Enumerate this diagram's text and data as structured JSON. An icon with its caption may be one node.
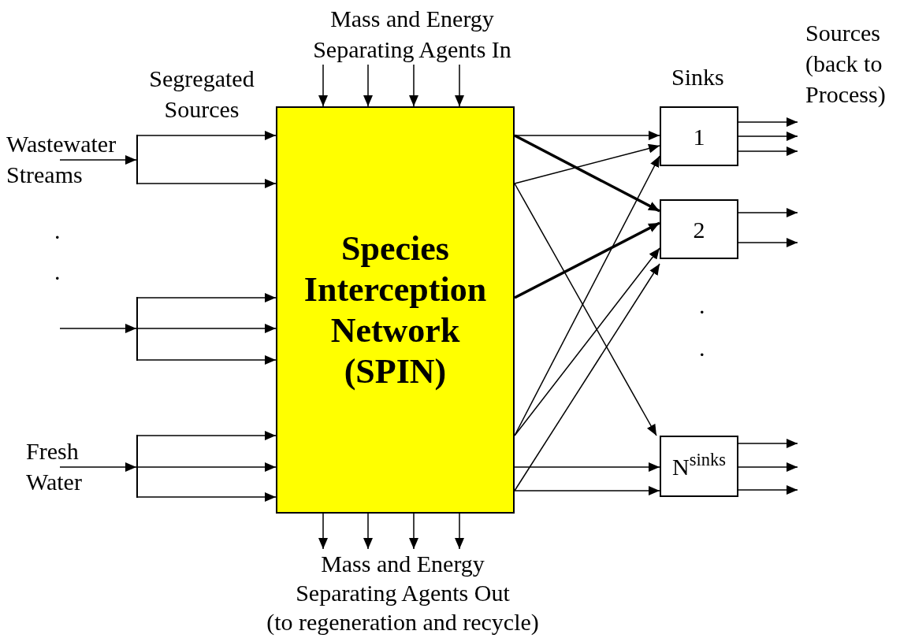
{
  "diagram": {
    "nodes": [
      {
        "text": [
          "Wastewater Streams"
        ]
      },
      {
        "text": [],
        "shape": "bar"
      },
      {
        "text": [],
        "shape": "bar"
      },
      {
        "text": [
          "Fresh Water"
        ]
      },
      {
        "text": [],
        "shape": "bar"
      },
      {
        "text": [
          "Species Interception Network (SPIN)"
        ]
      },
      {
        "text": [
          "1"
        ]
      },
      {
        "text": [
          "2"
        ]
      },
      {
        "text": [
          "N$^{sinks}$"
        ]
      },
      {
        "text": [
          "Mass and Energy Separating Agents In"
        ]
      },
      {
        "text": [
          "Mass and Energy Separating Agents Out",
          "(to regeneration and recycle)"
        ]
      }
    ],
    "edges": [
      {
        "from": 0,
        "to": 1,
        "arrow": "to"
      },
      {
        "from": 1,
        "to": 5,
        "arrow": "to"
      },
      {
        "from": 1,
        "to": 5,
        "arrow": "to"
      },
      {
        "from": null,
        "to": 2,
        "arrow": "to"
      },
      {
        "from": 2,
        "to": 5,
        "arrow": "to"
      },
      {
        "from": 2,
        "to": 5,
        "arrow": "to"
      },
      {
        "from": 2,
        "to": 5,
        "arrow": "to"
      },
      {
        "from": 3,
        "to": 4,
        "arrow": "to"
      },
      {
        "from": 4,
        "to": 5,
        "arrow": "to"
      },
      {
        "from": 4,
        "to": 5,
        "arrow": "to"
      },
      {
        "from": 4,
        "to": 5,
        "arrow": "to"
      },
      {
        "from": 9,
        "to": 5,
        "arrow": "to"
      },
      {
        "from": 9,
        "to": 5,
        "arrow": "to"
      },
      {
        "from": 9,
        "to": 5,
        "arrow": "to"
      },
      {
        "from": 9,
        "to": 5,
        "arrow": "to"
      },
      {
        "from": 5,
        "to": 10,
        "arrow": "to"
      },
      {
        "from": 5,
        "to": 10,
        "arrow": "to"
      },
      {
        "from": 5,
        "to": 10,
        "arrow": "to"
      },
      {
        "from": 5,
        "to": 10,
        "arrow": "to"
      },
      {
        "from": 5,
        "to": 6,
        "arrow": "to"
      },
      {
        "from": 5,
        "to": 7,
        "arrow": "to",
        "style": "thick"
      },
      {
        "from": 5,
        "to": 6,
        "arrow": "to"
      },
      {
        "from": 5,
        "to": 8,
        "arrow": "to"
      },
      {
        "from": 5,
        "to": 7,
        "arrow": "to",
        "style": "thick"
      },
      {
        "from": 5,
        "to": 6,
        "arrow": "to"
      },
      {
        "from": 5,
        "to": 7,
        "arrow": "to"
      },
      {
        "from": 5,
        "to": 8,
        "arrow": "to"
      },
      {
        "from": 5,
        "to": 7,
        "arrow": "to"
      },
      {
        "from": 5,
        "to": 8,
        "arrow": "to"
      },
      {
        "from": 6,
        "to": null,
        "arrow": "to"
      },
      {
        "from": 6,
        "to": null,
        "arrow": "to"
      },
      {
        "from": 6,
        "to": null,
        "arrow": "to"
      },
      {
        "from": 7,
        "to": null,
        "arrow": "to"
      },
      {
        "from": 7,
        "to": null,
        "arrow": "to"
      },
      {
        "from": 8,
        "to": null,
        "arrow": "to"
      },
      {
        "from": 8,
        "to": null,
        "arrow": "to"
      },
      {
        "from": 8,
        "to": null,
        "arrow": "to"
      }
    ],
    "labels": [
      "Segregated Sources",
      "Sinks",
      "Sources (back to Process)",
      ".",
      ".",
      ".",
      "."
    ]
  }
}
